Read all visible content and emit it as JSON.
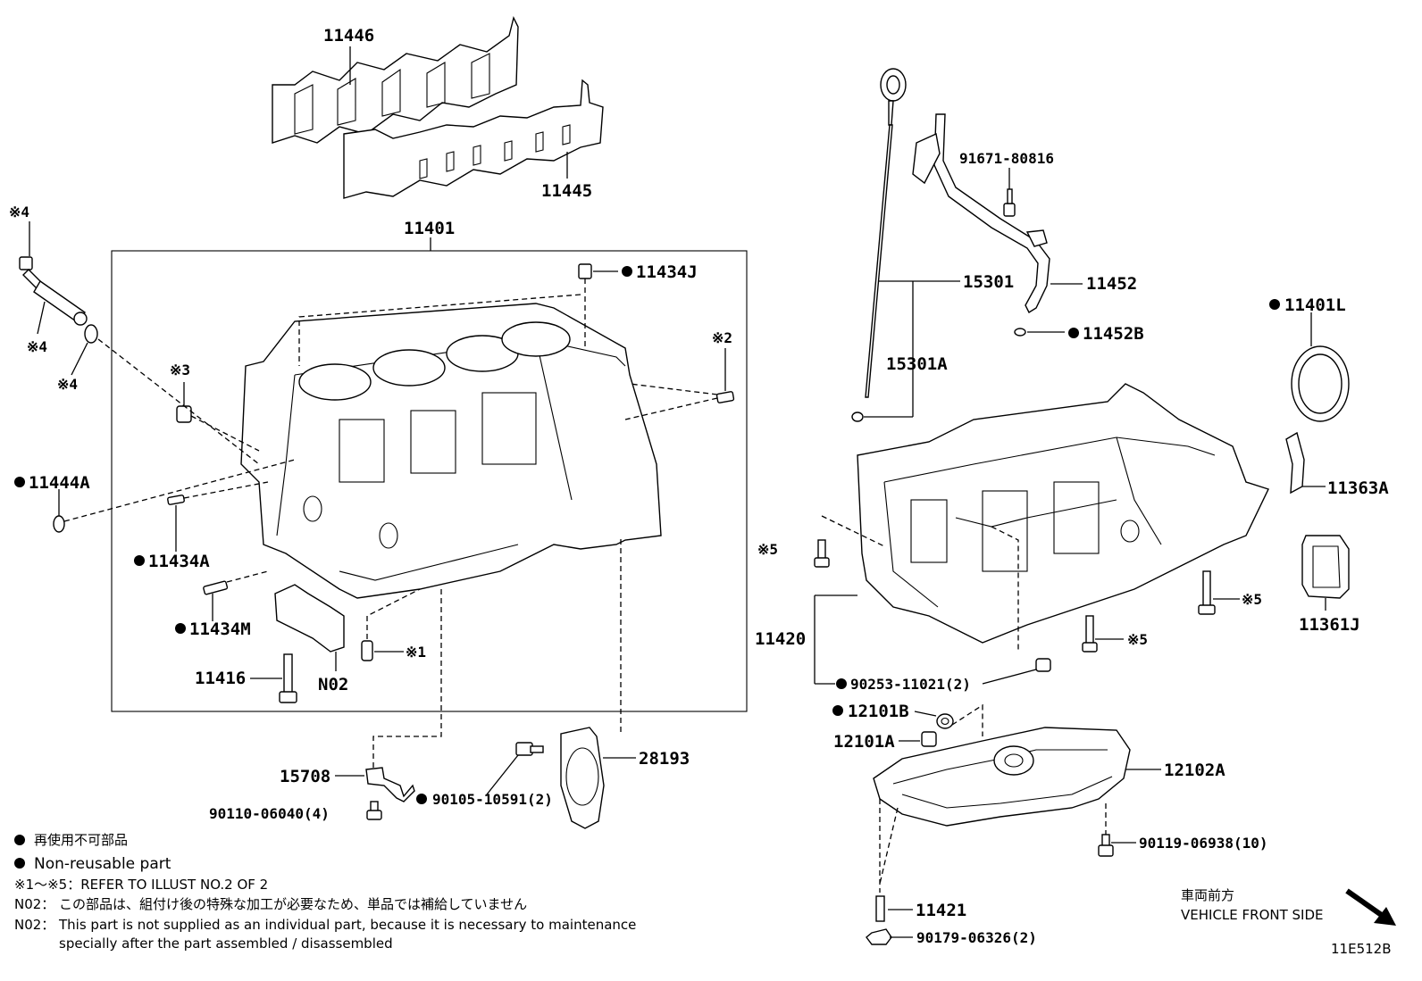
{
  "parts": {
    "p11446": "11446",
    "p11445": "11445",
    "p11401": "11401",
    "p11434J": "11434J",
    "p11444A": "11444A",
    "p11434A": "11434A",
    "p11434M": "11434M",
    "p11416": "11416",
    "pN02": "N02",
    "p15708": "15708",
    "p90110": "90110-06040(4)",
    "p90105": "90105-10591(2)",
    "p28193": "28193",
    "p91671": "91671-80816",
    "p15301": "15301",
    "p15301A": "15301A",
    "p11452": "11452",
    "p11452B": "11452B",
    "p11401L": "11401L",
    "p11363A": "11363A",
    "p11361J": "11361J",
    "p11420": "11420",
    "p90253": "90253-11021(2)",
    "p12101B": "12101B",
    "p12101A": "12101A",
    "p12102A": "12102A",
    "p90119": "90119-06938(10)",
    "p11421": "11421",
    "p90179": "90179-06326(2)"
  },
  "refs": {
    "r4a": "※4",
    "r4b": "※4",
    "r4c": "※4",
    "r3": "※3",
    "r2": "※2",
    "r1": "※1",
    "r5a": "※5",
    "r5b": "※5",
    "r5c": "※5"
  },
  "legend": {
    "line1": "再使用不可部品",
    "line2": "Non-reusable part",
    "line3": "※1～※5：REFER TO ILLUST NO.2 OF 2",
    "line4_prefix": "N02：",
    "line4": "この部品は、組付け後の特殊な加工が必要なため、単品では補給していません",
    "line5_prefix": "N02：",
    "line5": "This part is not supplied as an individual part, because it is necessary to maintenance",
    "line6": "specially after the part assembled / disassembled"
  },
  "front": {
    "jp": "車両前方",
    "en": "VEHICLE FRONT SIDE"
  },
  "figure_id": "11E512B"
}
